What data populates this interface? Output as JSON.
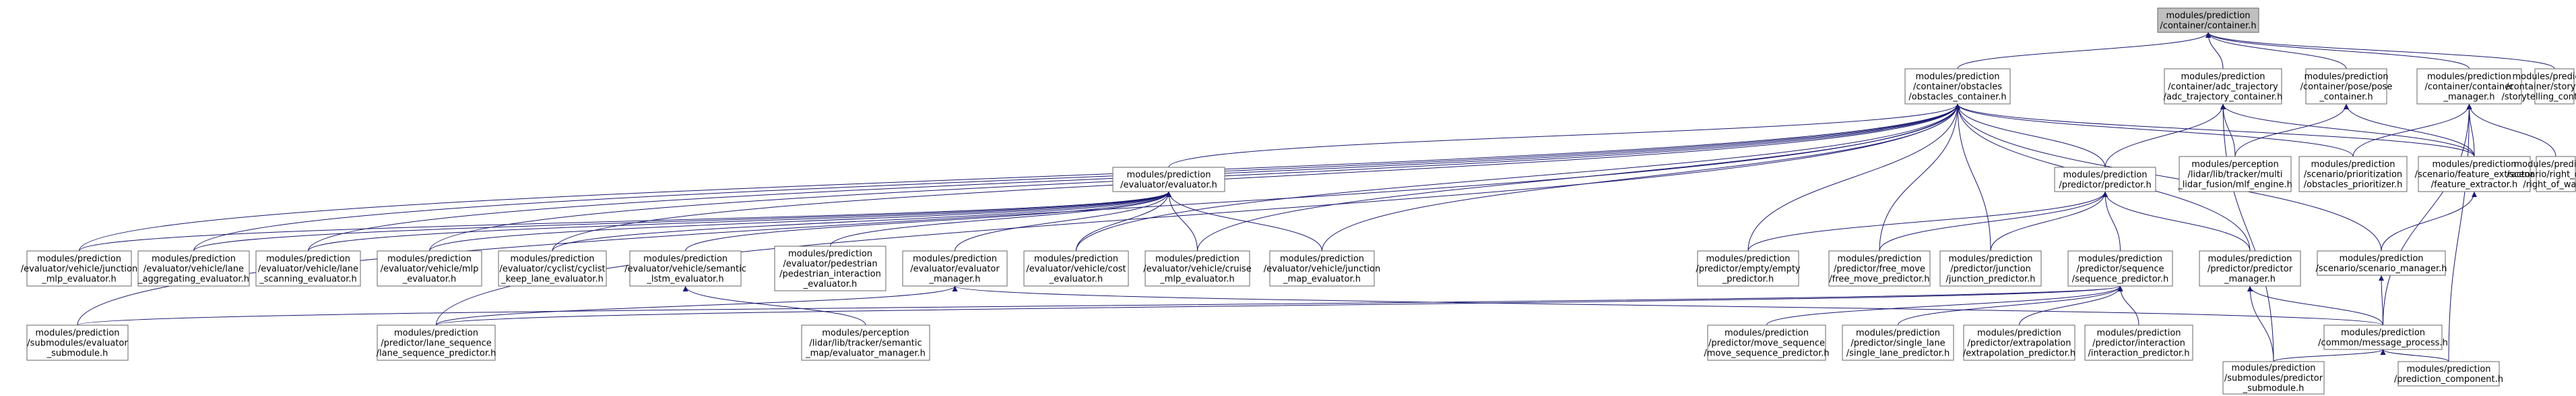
{
  "graph": {
    "edge_color": "#191970",
    "root_fill": "#bfbfbf",
    "nodes": [
      {
        "id": "container",
        "lines": [
          "modules/prediction",
          "/container/container.h"
        ],
        "root": true
      },
      {
        "id": "obstacles_container",
        "lines": [
          "modules/prediction",
          "/container/obstacles",
          "/obstacles_container.h"
        ]
      },
      {
        "id": "adc_trajectory_container",
        "lines": [
          "modules/prediction",
          "/container/adc_trajectory",
          "/adc_trajectory_container.h"
        ]
      },
      {
        "id": "pose_container",
        "lines": [
          "modules/prediction",
          "/container/pose/pose",
          "_container.h"
        ]
      },
      {
        "id": "container_manager",
        "lines": [
          "modules/prediction",
          "/container/container",
          "_manager.h"
        ]
      },
      {
        "id": "storytelling_container",
        "lines": [
          "modules/prediction",
          "/container/storytelling",
          "/storytelling_container.h"
        ]
      },
      {
        "id": "evaluator",
        "lines": [
          "modules/prediction",
          "/evaluator/evaluator.h"
        ]
      },
      {
        "id": "predictor",
        "lines": [
          "modules/prediction",
          "/predictor/predictor.h"
        ]
      },
      {
        "id": "mlf_engine",
        "lines": [
          "modules/perception",
          "/lidar/lib/tracker/multi",
          "_lidar_fusion/mlf_engine.h"
        ]
      },
      {
        "id": "obstacles_prioritizer",
        "lines": [
          "modules/prediction",
          "/scenario/prioritization",
          "/obstacles_prioritizer.h"
        ]
      },
      {
        "id": "feature_extractor",
        "lines": [
          "modules/prediction",
          "/scenario/feature_extractor",
          "/feature_extractor.h"
        ]
      },
      {
        "id": "right_of_way",
        "lines": [
          "modules/prediction",
          "/scenario/right_of_way",
          "/right_of_way.h"
        ]
      },
      {
        "id": "junction_mlp_evaluator",
        "lines": [
          "modules/prediction",
          "/evaluator/vehicle/junction",
          "_mlp_evaluator.h"
        ]
      },
      {
        "id": "lane_aggregating_evaluator",
        "lines": [
          "modules/prediction",
          "/evaluator/vehicle/lane",
          "_aggregating_evaluator.h"
        ]
      },
      {
        "id": "lane_scanning_evaluator",
        "lines": [
          "modules/prediction",
          "/evaluator/vehicle/lane",
          "_scanning_evaluator.h"
        ]
      },
      {
        "id": "mlp_evaluator",
        "lines": [
          "modules/prediction",
          "/evaluator/vehicle/mlp",
          "_evaluator.h"
        ]
      },
      {
        "id": "cyclist_keep_lane_evaluator",
        "lines": [
          "modules/prediction",
          "/evaluator/cyclist/cyclist",
          "_keep_lane_evaluator.h"
        ]
      },
      {
        "id": "semantic_lstm_evaluator",
        "lines": [
          "modules/prediction",
          "/evaluator/vehicle/semantic",
          "_lstm_evaluator.h"
        ]
      },
      {
        "id": "pedestrian_interaction_evaluator",
        "lines": [
          "modules/prediction",
          "/evaluator/pedestrian",
          "/pedestrian_interaction",
          "_evaluator.h"
        ]
      },
      {
        "id": "evaluator_manager",
        "lines": [
          "modules/prediction",
          "/evaluator/evaluator",
          "_manager.h"
        ]
      },
      {
        "id": "cost_evaluator",
        "lines": [
          "modules/prediction",
          "/evaluator/vehicle/cost",
          "_evaluator.h"
        ]
      },
      {
        "id": "cruise_mlp_evaluator",
        "lines": [
          "modules/prediction",
          "/evaluator/vehicle/cruise",
          "_mlp_evaluator.h"
        ]
      },
      {
        "id": "junction_map_evaluator",
        "lines": [
          "modules/prediction",
          "/evaluator/vehicle/junction",
          "_map_evaluator.h"
        ]
      },
      {
        "id": "empty_predictor",
        "lines": [
          "modules/prediction",
          "/predictor/empty/empty",
          "_predictor.h"
        ]
      },
      {
        "id": "free_move_predictor",
        "lines": [
          "modules/prediction",
          "/predictor/free_move",
          "/free_move_predictor.h"
        ]
      },
      {
        "id": "junction_predictor",
        "lines": [
          "modules/prediction",
          "/predictor/junction",
          "/junction_predictor.h"
        ]
      },
      {
        "id": "sequence_predictor",
        "lines": [
          "modules/prediction",
          "/predictor/sequence",
          "/sequence_predictor.h"
        ]
      },
      {
        "id": "predictor_manager",
        "lines": [
          "modules/prediction",
          "/predictor/predictor",
          "_manager.h"
        ]
      },
      {
        "id": "scenario_manager",
        "lines": [
          "modules/prediction",
          "/scenario/scenario_manager.h"
        ]
      },
      {
        "id": "evaluator_submodule",
        "lines": [
          "modules/prediction",
          "/submodules/evaluator",
          "_submodule.h"
        ]
      },
      {
        "id": "lane_sequence_predictor",
        "lines": [
          "modules/prediction",
          "/predictor/lane_sequence",
          "/lane_sequence_predictor.h"
        ]
      },
      {
        "id": "semantic_map_evaluator_manager",
        "lines": [
          "modules/perception",
          "/lidar/lib/tracker/semantic",
          "_map/evaluator_manager.h"
        ]
      },
      {
        "id": "move_sequence_predictor",
        "lines": [
          "modules/prediction",
          "/predictor/move_sequence",
          "/move_sequence_predictor.h"
        ]
      },
      {
        "id": "single_lane_predictor",
        "lines": [
          "modules/prediction",
          "/predictor/single_lane",
          "/single_lane_predictor.h"
        ]
      },
      {
        "id": "extrapolation_predictor",
        "lines": [
          "modules/prediction",
          "/predictor/extrapolation",
          "/extrapolation_predictor.h"
        ]
      },
      {
        "id": "interaction_predictor",
        "lines": [
          "modules/prediction",
          "/predictor/interaction",
          "/interaction_predictor.h"
        ]
      },
      {
        "id": "message_process",
        "lines": [
          "modules/prediction",
          "/common/message_process.h"
        ]
      },
      {
        "id": "predictor_submodule",
        "lines": [
          "modules/prediction",
          "/submodules/predictor",
          "_submodule.h"
        ]
      },
      {
        "id": "prediction_component",
        "lines": [
          "modules/prediction",
          "/prediction_component.h"
        ]
      }
    ],
    "edges": [
      [
        "container",
        "obstacles_container"
      ],
      [
        "container",
        "adc_trajectory_container"
      ],
      [
        "container",
        "pose_container"
      ],
      [
        "container",
        "container_manager"
      ],
      [
        "container",
        "storytelling_container"
      ],
      [
        "obstacles_container",
        "evaluator"
      ],
      [
        "obstacles_container",
        "predictor"
      ],
      [
        "obstacles_container",
        "obstacles_prioritizer"
      ],
      [
        "obstacles_container",
        "feature_extractor"
      ],
      [
        "obstacles_container",
        "junction_mlp_evaluator"
      ],
      [
        "obstacles_container",
        "lane_aggregating_evaluator"
      ],
      [
        "obstacles_container",
        "lane_scanning_evaluator"
      ],
      [
        "obstacles_container",
        "mlp_evaluator"
      ],
      [
        "obstacles_container",
        "cyclist_keep_lane_evaluator"
      ],
      [
        "obstacles_container",
        "cost_evaluator"
      ],
      [
        "obstacles_container",
        "cruise_mlp_evaluator"
      ],
      [
        "obstacles_container",
        "junction_map_evaluator"
      ],
      [
        "obstacles_container",
        "empty_predictor"
      ],
      [
        "obstacles_container",
        "free_move_predictor"
      ],
      [
        "obstacles_container",
        "junction_predictor"
      ],
      [
        "obstacles_container",
        "predictor_manager"
      ],
      [
        "obstacles_container",
        "scenario_manager"
      ],
      [
        "obstacles_container",
        "evaluator_submodule"
      ],
      [
        "obstacles_container",
        "lane_sequence_predictor"
      ],
      [
        "adc_trajectory_container",
        "predictor"
      ],
      [
        "adc_trajectory_container",
        "mlf_engine"
      ],
      [
        "adc_trajectory_container",
        "feature_extractor"
      ],
      [
        "adc_trajectory_container",
        "predictor_submodule"
      ],
      [
        "pose_container",
        "mlf_engine"
      ],
      [
        "pose_container",
        "feature_extractor"
      ],
      [
        "container_manager",
        "obstacles_prioritizer"
      ],
      [
        "container_manager",
        "feature_extractor"
      ],
      [
        "container_manager",
        "right_of_way"
      ],
      [
        "container_manager",
        "message_process"
      ],
      [
        "container_manager",
        "prediction_component"
      ],
      [
        "evaluator",
        "junction_mlp_evaluator"
      ],
      [
        "evaluator",
        "lane_aggregating_evaluator"
      ],
      [
        "evaluator",
        "lane_scanning_evaluator"
      ],
      [
        "evaluator",
        "mlp_evaluator"
      ],
      [
        "evaluator",
        "cyclist_keep_lane_evaluator"
      ],
      [
        "evaluator",
        "semantic_lstm_evaluator"
      ],
      [
        "evaluator",
        "pedestrian_interaction_evaluator"
      ],
      [
        "evaluator",
        "evaluator_manager"
      ],
      [
        "evaluator",
        "cost_evaluator"
      ],
      [
        "evaluator",
        "cruise_mlp_evaluator"
      ],
      [
        "evaluator",
        "junction_map_evaluator"
      ],
      [
        "predictor",
        "empty_predictor"
      ],
      [
        "predictor",
        "free_move_predictor"
      ],
      [
        "predictor",
        "junction_predictor"
      ],
      [
        "predictor",
        "sequence_predictor"
      ],
      [
        "predictor",
        "predictor_manager"
      ],
      [
        "feature_extractor",
        "scenario_manager"
      ],
      [
        "semantic_lstm_evaluator",
        "semantic_map_evaluator_manager"
      ],
      [
        "evaluator_manager",
        "lane_sequence_predictor"
      ],
      [
        "evaluator_manager",
        "message_process"
      ],
      [
        "sequence_predictor",
        "evaluator_submodule"
      ],
      [
        "sequence_predictor",
        "lane_sequence_predictor"
      ],
      [
        "sequence_predictor",
        "move_sequence_predictor"
      ],
      [
        "sequence_predictor",
        "single_lane_predictor"
      ],
      [
        "sequence_predictor",
        "extrapolation_predictor"
      ],
      [
        "sequence_predictor",
        "interaction_predictor"
      ],
      [
        "predictor_manager",
        "message_process"
      ],
      [
        "predictor_manager",
        "predictor_submodule"
      ],
      [
        "scenario_manager",
        "message_process"
      ],
      [
        "message_process",
        "predictor_submodule"
      ],
      [
        "message_process",
        "prediction_component"
      ]
    ]
  }
}
